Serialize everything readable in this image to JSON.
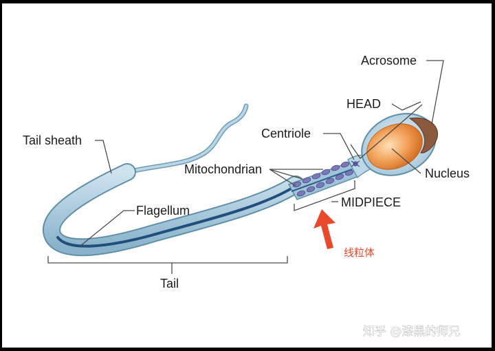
{
  "labels": {
    "acrosome": "Acrosome",
    "head": "HEAD",
    "centriole": "Centriole",
    "tail_sheath": "Tail sheath",
    "mitochondrian": "Mitochondrian",
    "nucleus": "Nucleus",
    "flagellum": "Flagellum",
    "midpiece": "MIDPIECE",
    "tail": "Tail"
  },
  "annotation": {
    "text": "线粒体",
    "arrow_color": "#e8492a"
  },
  "watermark": "知乎 @漆黑的师兄",
  "colors": {
    "background": "#000000",
    "panel": "#ffffff",
    "body_fill": "#9fc3d8",
    "body_outline": "#5f8fa8",
    "core_line": "#1f4f7a",
    "mitochondria": "#7f7fbf",
    "nucleus": "#f3a25a",
    "acrosome": "#8b5a3c"
  }
}
